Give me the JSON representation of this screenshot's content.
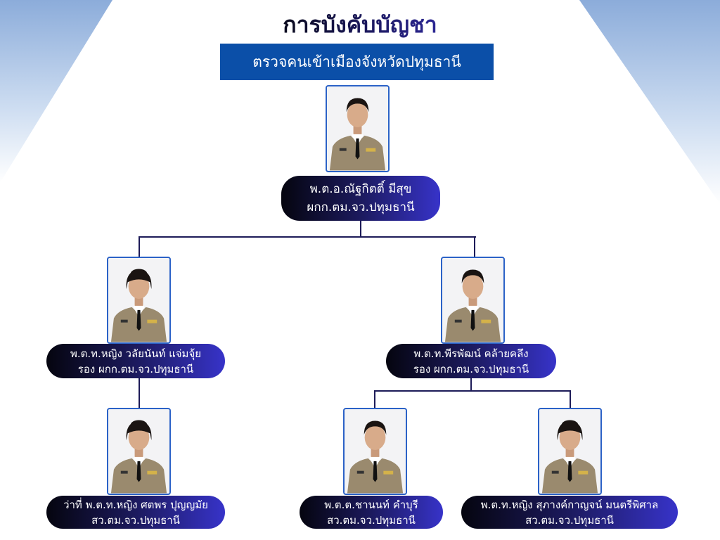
{
  "header": {
    "title": "การบังคับบัญชา",
    "subtitle": "ตรวจคนเข้าเมืองจังหวัดปทุมธานี"
  },
  "colors": {
    "accent": "#3733c9",
    "banner": "#0b4fa8",
    "dark": "#05050f"
  },
  "people": [
    {
      "name": "พ.ต.อ.ณัฐกิตติ์ มีสุข",
      "position": "ผกก.ตม.จว.ปทุมธานี",
      "gender": "male"
    },
    {
      "name": "พ.ต.ท.หญิง วลัยนันท์ แจ่มจุ้ย",
      "position": "รอง ผกก.ตม.จว.ปทุมธานี",
      "gender": "female"
    },
    {
      "name": "พ.ต.ท.พีรพัฒน์ คล้ายคลึง",
      "position": "รอง ผกก.ตม.จว.ปทุมธานี",
      "gender": "male"
    },
    {
      "name": "ว่าที่ พ.ต.ท.หญิง ศตพร ปุญญมัย",
      "position": "สว.ตม.จว.ปทุมธานี",
      "gender": "female"
    },
    {
      "name": "พ.ต.ต.ชานนท์ คำบุรี",
      "position": "สว.ตม.จว.ปทุมธานี",
      "gender": "male"
    },
    {
      "name": "พ.ต.ท.หญิง สุภางค์กาญจน์ มนตรีพิศาล",
      "position": "สว.ตม.จว.ปทุมธานี",
      "gender": "female"
    }
  ]
}
